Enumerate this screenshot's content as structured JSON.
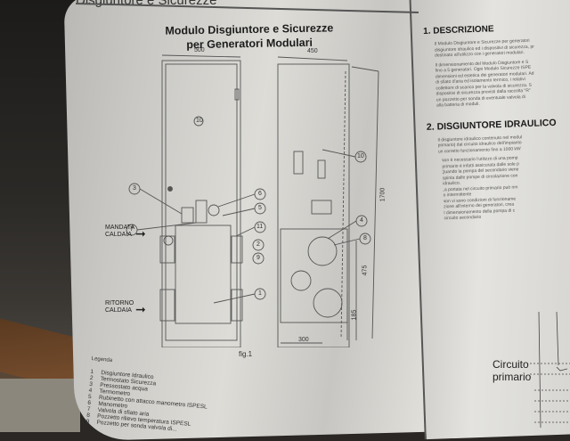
{
  "document": {
    "section_header": "Disgiuntore e Sicurezze",
    "figure_title_line1": "Modulo Disgiuntore e Sicurezze",
    "figure_title_line2": "per Generatori Modulari",
    "figure_caption": "fig.1"
  },
  "diagram": {
    "dimensions": {
      "front_width": "500",
      "side_width": "450",
      "height": "1700",
      "dim_475": "475",
      "dim_185": "185",
      "dim_300": "300"
    },
    "side_labels": {
      "mandata_line1": "MANDATA",
      "mandata_line2": "CALDAIA",
      "ritorno_line1": "RITORNO",
      "ritorno_line2": "CALDAIA"
    },
    "callouts": [
      "1",
      "2",
      "3",
      "4",
      "5",
      "6",
      "7",
      "8",
      "9",
      "10",
      "11"
    ]
  },
  "legend": {
    "title": "Legenda",
    "items": [
      {
        "num": "1",
        "label": "Disgiuntore Idraulico"
      },
      {
        "num": "2",
        "label": "Termostato Sicurezza"
      },
      {
        "num": "3",
        "label": "Pressostato acqua"
      },
      {
        "num": "4",
        "label": "Termometro"
      },
      {
        "num": "5",
        "label": "Rubinetto con attacco manometro ISPESL"
      },
      {
        "num": "6",
        "label": "Manometro"
      },
      {
        "num": "7",
        "label": "Valvola di sfiato aria"
      },
      {
        "num": "8",
        "label": "Pozzetto rilievo temperatura ISPESL"
      },
      {
        "num": "9",
        "label": "Pozzetto per sonda valvola di..."
      }
    ]
  },
  "right_column": {
    "section1_title": "1. DESCRIZIONE",
    "section1_paragraphs": [
      "Il Modulo Disgiuntore e Sicurezze per generatori",
      "disgiuntore idraulico ed i dispositivi di sicurezza, pr",
      "destinato all'utilizzo con i generatori modulari.",
      "Il dimensionamento del Modulo Disgiuntore e S",
      "fino a 5 generatori. Ogni Modulo Sicurezze ISPE",
      "dimensioni ed estetica dei generatori modulari. Ad",
      "di sfiato d'aria ed isolamento termico, i relativi",
      "collettore di scarico per la valvola di sicurezza. S",
      "dispositivi di sicurezza previsti dalla raccolta \"R\"",
      "un pozzetto per sonda di eventuale valvola di",
      "alla batteria di moduli."
    ],
    "section2_title": "2. DISGIUNTORE IDRAULICO",
    "section2_intro": [
      "Il disgiuntore idraulico contenuto nel modul",
      "primario) dal circuito idraulico dell'impianto",
      "un corretto funzionamento fino a 1000 kW"
    ],
    "section2_bullets": [
      "Non è necessario l'utilizzo di una pomp",
      "primario è infatti assicurata dalle sole p",
      "Quando la pompa del secondario viene",
      "spinta dalle pompe di circolazione con",
      "idraulico.",
      "La portata nel circuito primario può rim",
      "o intermittente",
      "Non vi sono condizioni di funzioname",
      "zione all'interno dei generatori, crea",
      "Il dimensionamento della pompa di c",
      "circuito secondario"
    ],
    "circuit_label_line1": "Circuito",
    "circuit_label_line2": "primario"
  }
}
